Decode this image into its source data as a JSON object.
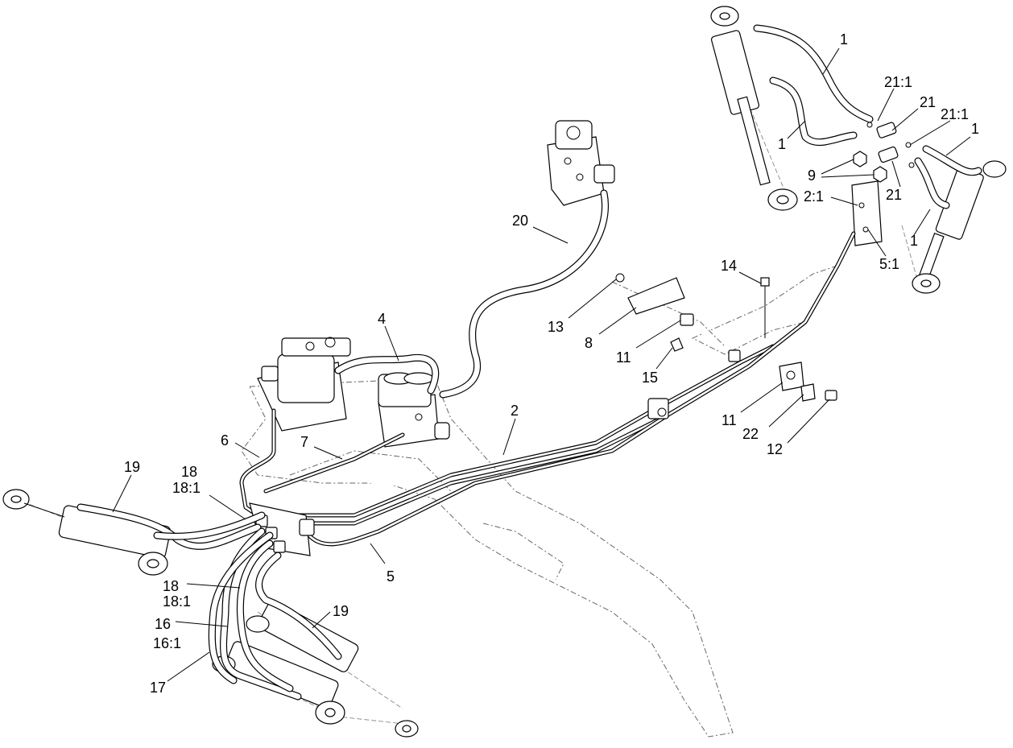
{
  "callouts": {
    "c1a": "1",
    "c1b": "1",
    "c1c": "1",
    "c1d": "1",
    "c21_1a": "21:1",
    "c21a": "21",
    "c21_1b": "21:1",
    "c21b": "21",
    "c9": "9",
    "c2_1": "2:1",
    "c5_1": "5:1",
    "c20": "20",
    "c14": "14",
    "c13": "13",
    "c8": "8",
    "c11a": "11",
    "c15": "15",
    "c4": "4",
    "c2": "2",
    "c11b": "11",
    "c22": "22",
    "c12": "12",
    "c6": "6",
    "c7": "7",
    "c19a": "19",
    "c18a": "18",
    "c18_1a": "18:1",
    "c5": "5",
    "c18b": "18",
    "c18_1b": "18:1",
    "c16": "16",
    "c16_1": "16:1",
    "c19b": "19",
    "c17": "17"
  }
}
